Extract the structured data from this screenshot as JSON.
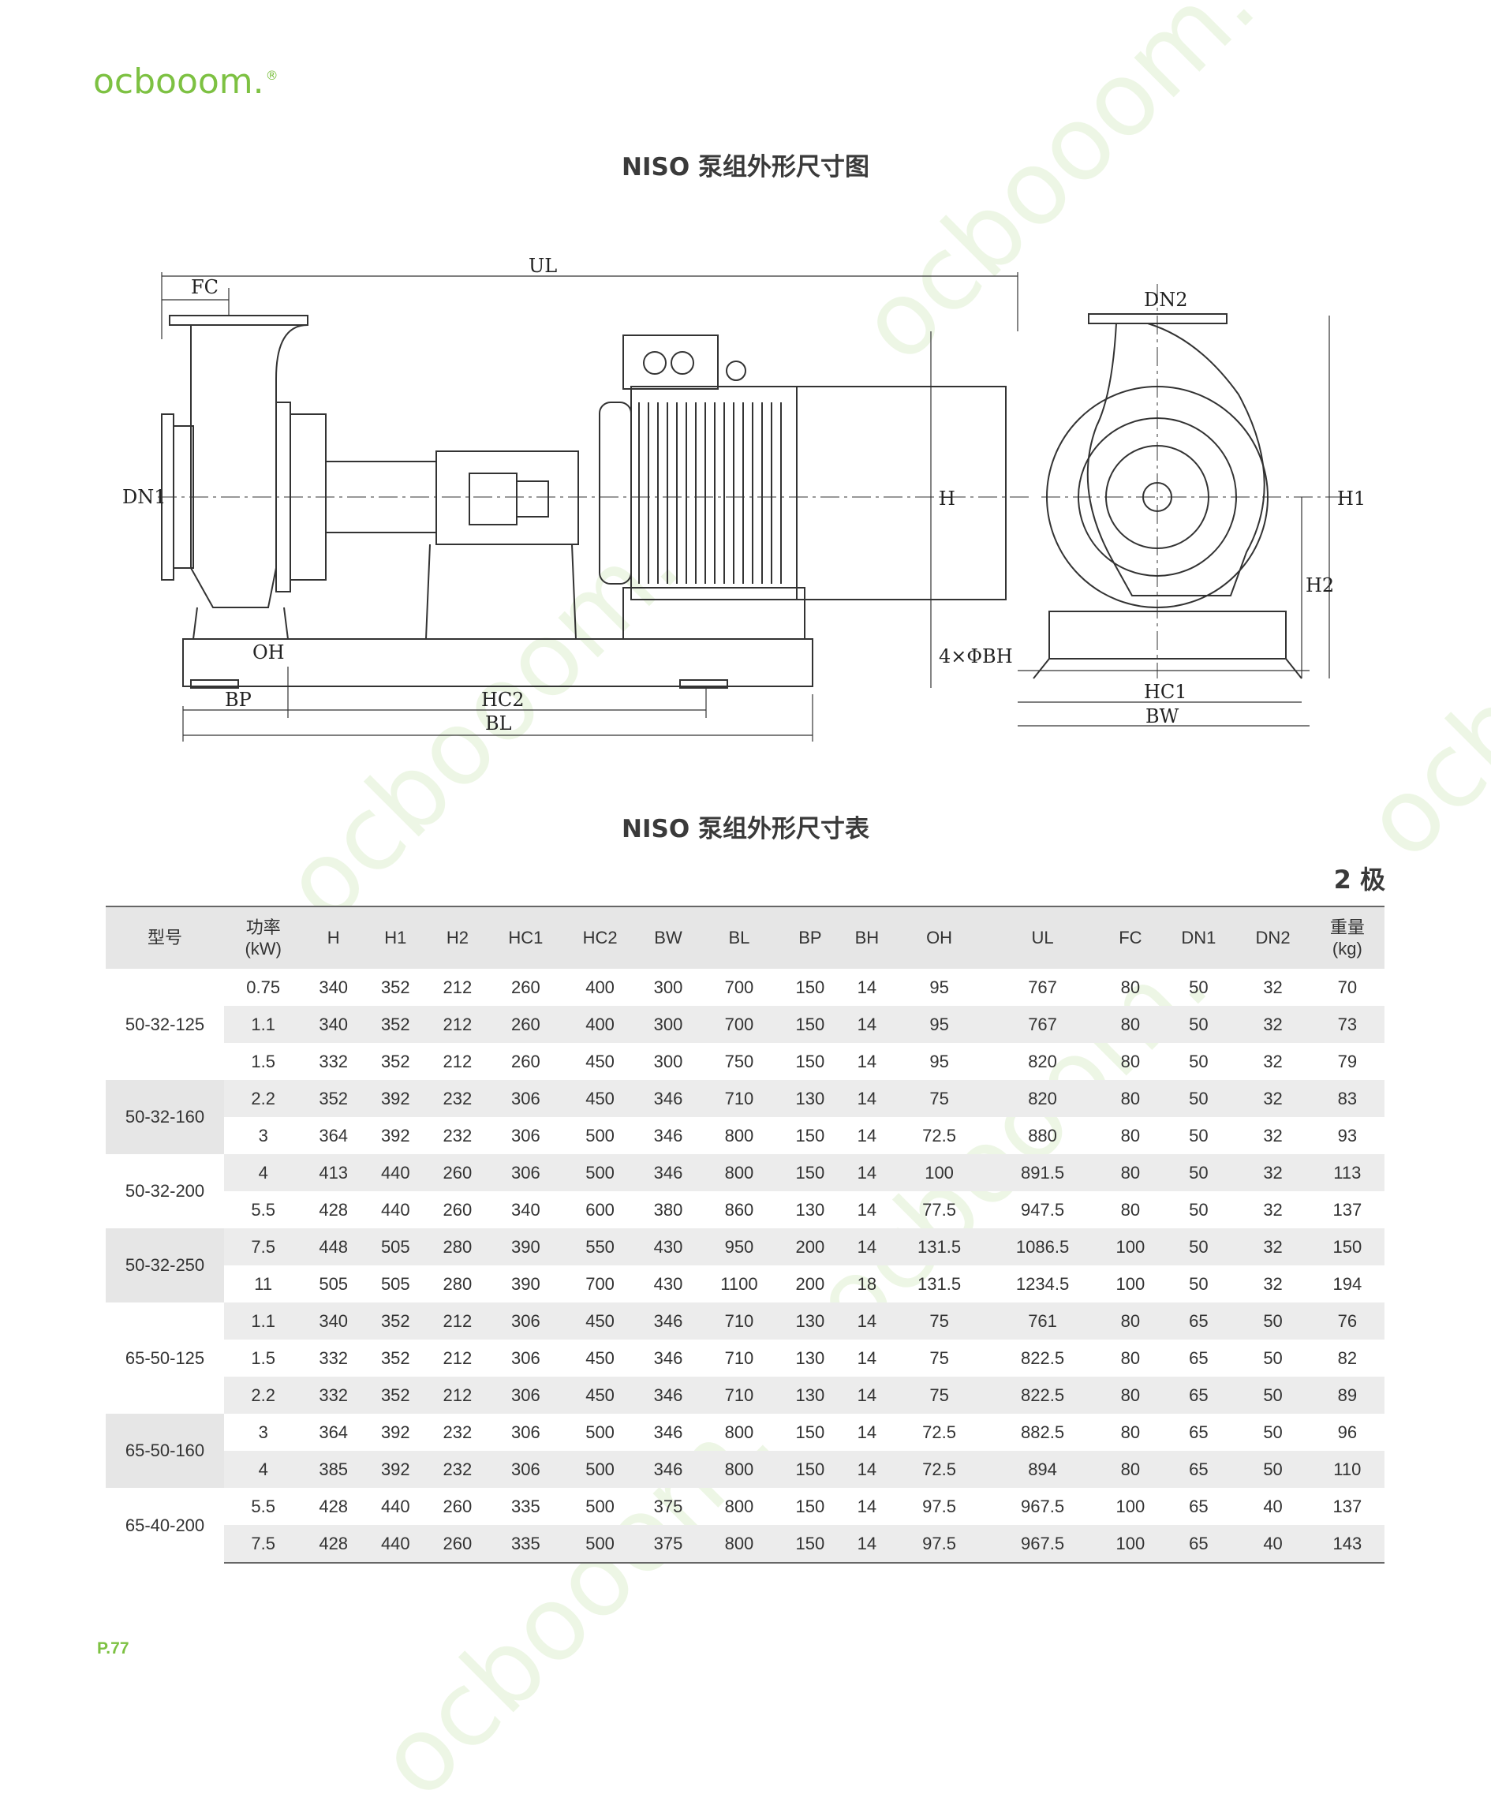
{
  "brand": {
    "logo_text": "ocbooom.",
    "registered": "®",
    "color": "#7dc142"
  },
  "drawing_title": "NISO 泵组外形尺寸图",
  "table_title": "NISO 泵组外形尺寸表",
  "pole_label": "2 极",
  "page_number": "P.77",
  "drawing_labels": {
    "UL": "UL",
    "FC": "FC",
    "DN1": "DN1",
    "DN2": "DN2",
    "H": "H",
    "H1": "H1",
    "H2": "H2",
    "OH": "OH",
    "BP": "BP",
    "HC2": "HC2",
    "BL": "BL",
    "HC1": "HC1",
    "BW": "BW",
    "BH": "4×ΦBH"
  },
  "table": {
    "headers": [
      {
        "line1": "型号",
        "line2": ""
      },
      {
        "line1": "功率",
        "line2": "(kW)"
      },
      {
        "line1": "H",
        "line2": ""
      },
      {
        "line1": "H1",
        "line2": ""
      },
      {
        "line1": "H2",
        "line2": ""
      },
      {
        "line1": "HC1",
        "line2": ""
      },
      {
        "line1": "HC2",
        "line2": ""
      },
      {
        "line1": "BW",
        "line2": ""
      },
      {
        "line1": "BL",
        "line2": ""
      },
      {
        "line1": "BP",
        "line2": ""
      },
      {
        "line1": "BH",
        "line2": ""
      },
      {
        "line1": "OH",
        "line2": ""
      },
      {
        "line1": "UL",
        "line2": ""
      },
      {
        "line1": "FC",
        "line2": ""
      },
      {
        "line1": "DN1",
        "line2": ""
      },
      {
        "line1": "DN2",
        "line2": ""
      },
      {
        "line1": "重量",
        "line2": "(kg)"
      }
    ],
    "groups": [
      {
        "model": "50-32-125",
        "rows": [
          [
            "0.75",
            "340",
            "352",
            "212",
            "260",
            "400",
            "300",
            "700",
            "150",
            "14",
            "95",
            "767",
            "80",
            "50",
            "32",
            "70"
          ],
          [
            "1.1",
            "340",
            "352",
            "212",
            "260",
            "400",
            "300",
            "700",
            "150",
            "14",
            "95",
            "767",
            "80",
            "50",
            "32",
            "73"
          ],
          [
            "1.5",
            "332",
            "352",
            "212",
            "260",
            "450",
            "300",
            "750",
            "150",
            "14",
            "95",
            "820",
            "80",
            "50",
            "32",
            "79"
          ]
        ]
      },
      {
        "model": "50-32-160",
        "rows": [
          [
            "2.2",
            "352",
            "392",
            "232",
            "306",
            "450",
            "346",
            "710",
            "130",
            "14",
            "75",
            "820",
            "80",
            "50",
            "32",
            "83"
          ],
          [
            "3",
            "364",
            "392",
            "232",
            "306",
            "500",
            "346",
            "800",
            "150",
            "14",
            "72.5",
            "880",
            "80",
            "50",
            "32",
            "93"
          ]
        ]
      },
      {
        "model": "50-32-200",
        "rows": [
          [
            "4",
            "413",
            "440",
            "260",
            "306",
            "500",
            "346",
            "800",
            "150",
            "14",
            "100",
            "891.5",
            "80",
            "50",
            "32",
            "113"
          ],
          [
            "5.5",
            "428",
            "440",
            "260",
            "340",
            "600",
            "380",
            "860",
            "130",
            "14",
            "77.5",
            "947.5",
            "80",
            "50",
            "32",
            "137"
          ]
        ]
      },
      {
        "model": "50-32-250",
        "rows": [
          [
            "7.5",
            "448",
            "505",
            "280",
            "390",
            "550",
            "430",
            "950",
            "200",
            "14",
            "131.5",
            "1086.5",
            "100",
            "50",
            "32",
            "150"
          ],
          [
            "11",
            "505",
            "505",
            "280",
            "390",
            "700",
            "430",
            "1100",
            "200",
            "18",
            "131.5",
            "1234.5",
            "100",
            "50",
            "32",
            "194"
          ]
        ]
      },
      {
        "model": "65-50-125",
        "rows": [
          [
            "1.1",
            "340",
            "352",
            "212",
            "306",
            "450",
            "346",
            "710",
            "130",
            "14",
            "75",
            "761",
            "80",
            "65",
            "50",
            "76"
          ],
          [
            "1.5",
            "332",
            "352",
            "212",
            "306",
            "450",
            "346",
            "710",
            "130",
            "14",
            "75",
            "822.5",
            "80",
            "65",
            "50",
            "82"
          ],
          [
            "2.2",
            "332",
            "352",
            "212",
            "306",
            "450",
            "346",
            "710",
            "130",
            "14",
            "75",
            "822.5",
            "80",
            "65",
            "50",
            "89"
          ]
        ]
      },
      {
        "model": "65-50-160",
        "rows": [
          [
            "3",
            "364",
            "392",
            "232",
            "306",
            "500",
            "346",
            "800",
            "150",
            "14",
            "72.5",
            "882.5",
            "80",
            "65",
            "50",
            "96"
          ],
          [
            "4",
            "385",
            "392",
            "232",
            "306",
            "500",
            "346",
            "800",
            "150",
            "14",
            "72.5",
            "894",
            "80",
            "65",
            "50",
            "110"
          ]
        ]
      },
      {
        "model": "65-40-200",
        "rows": [
          [
            "5.5",
            "428",
            "440",
            "260",
            "335",
            "500",
            "375",
            "800",
            "150",
            "14",
            "97.5",
            "967.5",
            "100",
            "65",
            "40",
            "137"
          ],
          [
            "7.5",
            "428",
            "440",
            "260",
            "335",
            "500",
            "375",
            "800",
            "150",
            "14",
            "97.5",
            "967.5",
            "100",
            "65",
            "40",
            "143"
          ]
        ]
      }
    ]
  }
}
